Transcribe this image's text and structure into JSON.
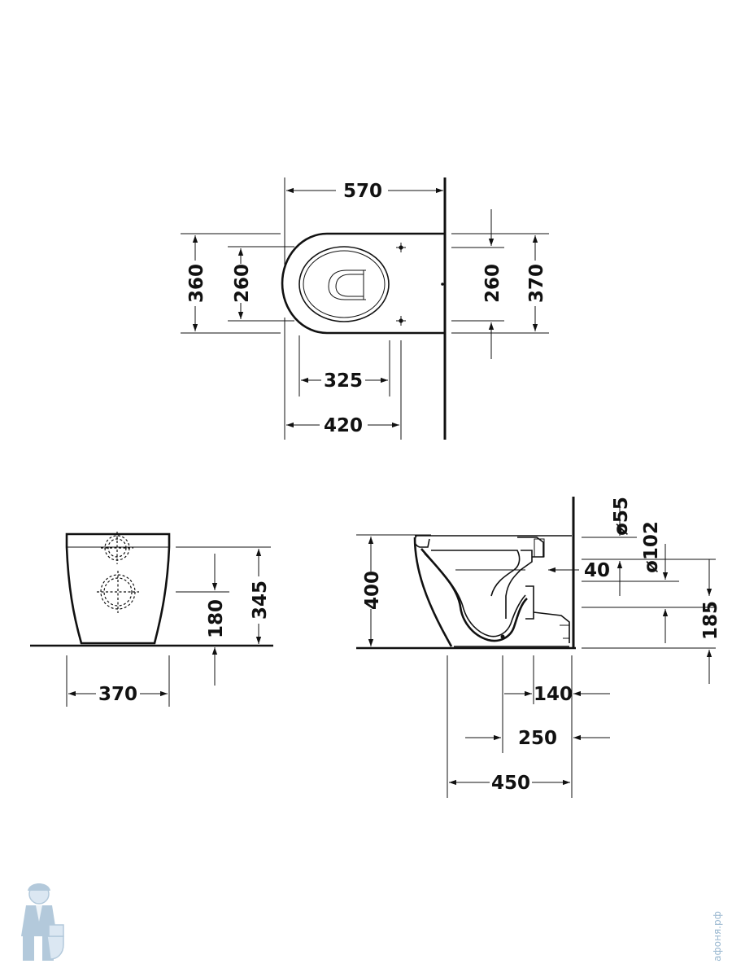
{
  "top_view": {
    "dim_width": "570",
    "dim_depth_outer": "360",
    "dim_depth_inner": "260",
    "dim_right_inner": "260",
    "dim_right_outer": "370",
    "dim_bottom_inner": "325",
    "dim_bottom_outer": "420"
  },
  "front_view": {
    "dim_width": "370",
    "dim_inlet_height": "180",
    "dim_total_height": "345"
  },
  "side_view": {
    "dim_height": "400",
    "dim_inlet_diameter": "ø55",
    "dim_outlet_diameter": "ø102",
    "dim_offset": "40",
    "dim_outlet_height": "185",
    "dim_outlet_distance": "140",
    "dim_fix_distance": "250",
    "dim_depth": "450"
  },
  "watermark": {
    "site_text": "афоня.рф",
    "logo": "plumber-mascot-logo",
    "color": "#9ab8d0"
  }
}
